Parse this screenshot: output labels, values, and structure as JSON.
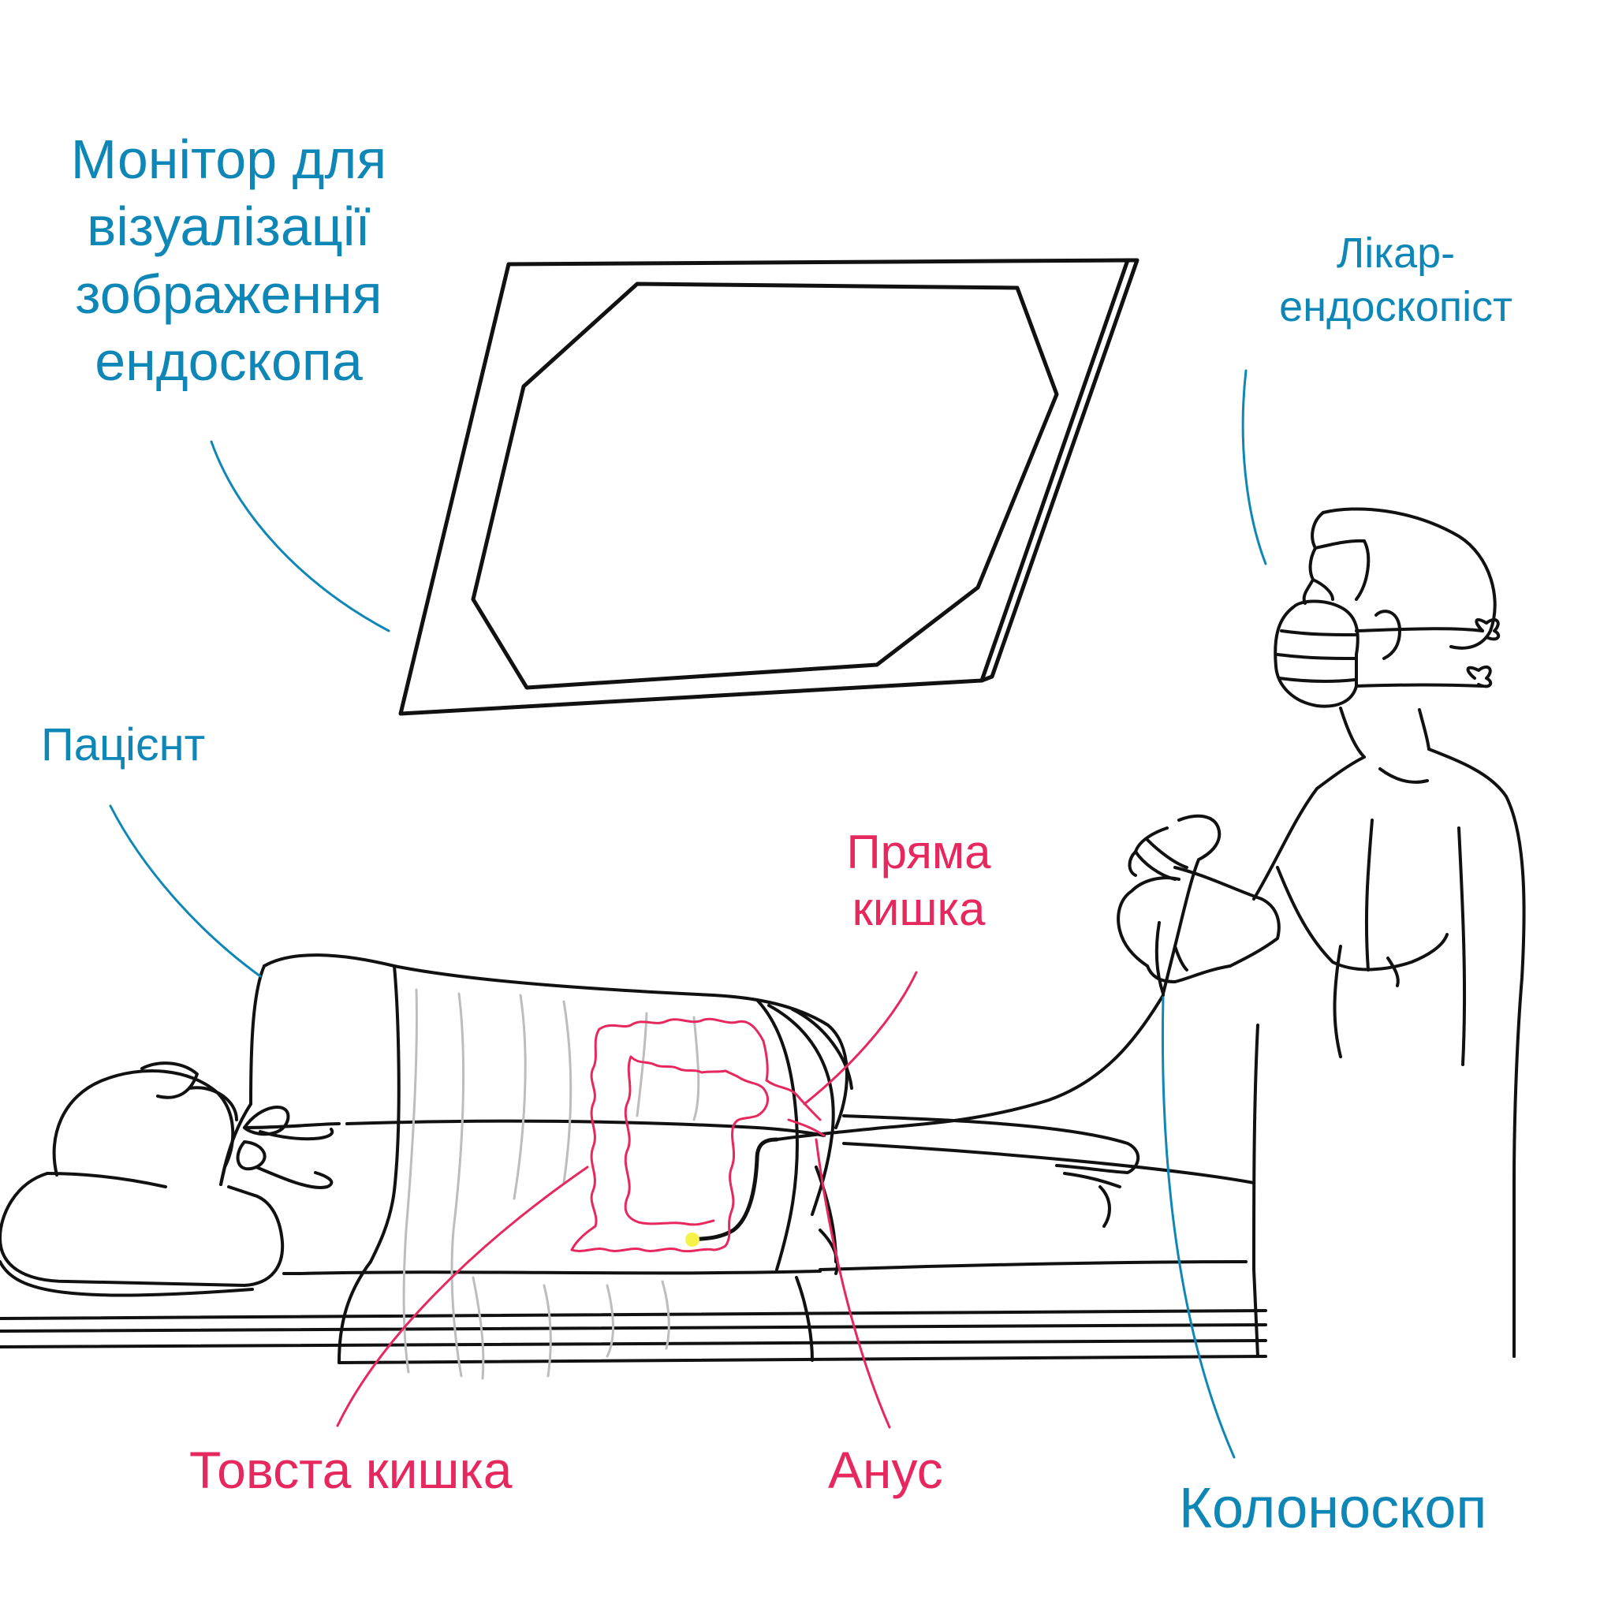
{
  "labels": {
    "monitor": "Монітор для візуалізації зображення ендоскопа",
    "doctor": "Лікар-ендоскопіст",
    "patient": "Пацієнт",
    "rectum": "Пряма кишка",
    "colon": "Товста кишка",
    "anus": "Анус",
    "colonoscope": "Колоноскоп"
  },
  "colors": {
    "blue_label": "#0e87b7",
    "red_label": "#e6285e",
    "line_art": "#111111",
    "drape_lines": "#bdbdbd",
    "scope_tip": "#f6f24a"
  }
}
